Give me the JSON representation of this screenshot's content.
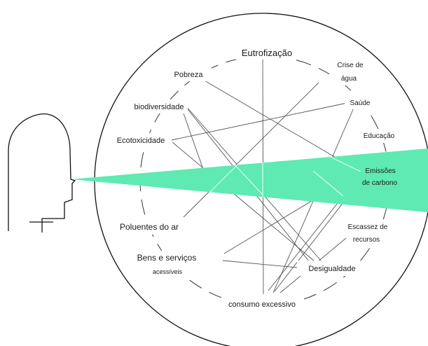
{
  "nodes": {
    "eutrofizacao": "Eutrofização",
    "crise_de_agua_1": "Crise de",
    "crise_de_agua_2": "água",
    "pobreza": "Pobreza",
    "saude": "Saúde",
    "biodiversidade": "biodiversidade",
    "educacao": "Educação",
    "ecotoxicidade": "Ecotoxicidade",
    "emissoes_1": "Emissões",
    "emissoes_2": "de carbono",
    "poluentes": "Poluentes do ar",
    "escassez_1": "Escassez de",
    "escassez_2": "recursos",
    "bens_1": "Bens e serviços",
    "bens_2": "acessíveis",
    "desigualdade": "Desigualdade",
    "consumo": "consumo excessivo"
  },
  "colors": {
    "beam": "#5eeab2",
    "outline": "#111111",
    "links": "#444444"
  }
}
